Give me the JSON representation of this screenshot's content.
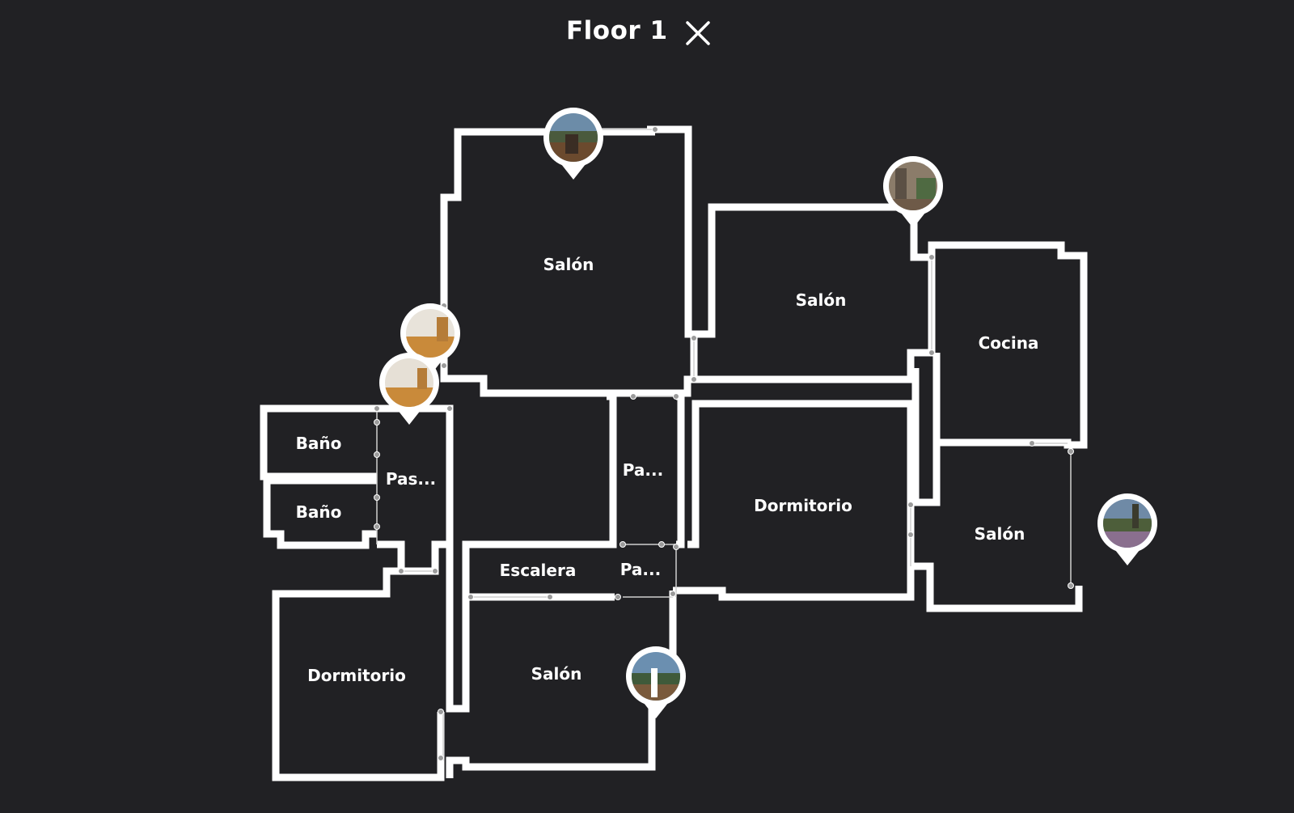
{
  "header": {
    "floor_title": "Floor 1",
    "close_icon": "close-x-icon"
  },
  "rooms": [
    {
      "id": "salon-top",
      "label": "Salón"
    },
    {
      "id": "salon-mid-right",
      "label": "Salón"
    },
    {
      "id": "cocina",
      "label": "Cocina"
    },
    {
      "id": "bano-1",
      "label": "Baño"
    },
    {
      "id": "bano-2",
      "label": "Baño"
    },
    {
      "id": "pasillo-left",
      "label": "Pas..."
    },
    {
      "id": "pasillo-mid",
      "label": "Pa..."
    },
    {
      "id": "dormitorio-right",
      "label": "Dormitorio"
    },
    {
      "id": "salon-right",
      "label": "Salón"
    },
    {
      "id": "escalera",
      "label": "Escalera"
    },
    {
      "id": "pasillo-lower",
      "label": "Pa..."
    },
    {
      "id": "dormitorio-left",
      "label": "Dormitorio"
    },
    {
      "id": "salon-bottom",
      "label": "Salón"
    }
  ],
  "panorama_pins": [
    {
      "id": "pin-salon-top",
      "icon": "panorama-pin-icon"
    },
    {
      "id": "pin-salon-mid-right",
      "icon": "panorama-pin-icon"
    },
    {
      "id": "pin-hallway-upper",
      "icon": "panorama-pin-icon"
    },
    {
      "id": "pin-hallway-lower",
      "icon": "panorama-pin-icon"
    },
    {
      "id": "pin-salon-right-outside",
      "icon": "panorama-pin-icon"
    },
    {
      "id": "pin-salon-bottom",
      "icon": "panorama-pin-icon"
    }
  ],
  "colors": {
    "background": "#212124",
    "walls": "#ffffff",
    "text": "#ffffff"
  }
}
